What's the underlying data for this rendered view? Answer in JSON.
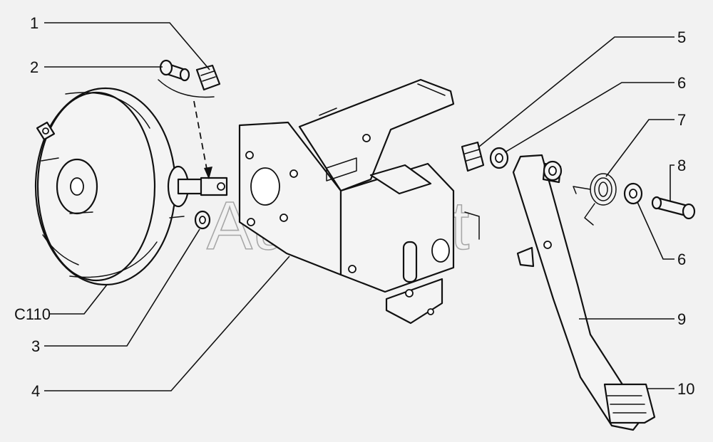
{
  "watermark": "AutoSoft",
  "callouts": [
    {
      "id": "c1",
      "label": "1"
    },
    {
      "id": "c2",
      "label": "2"
    },
    {
      "id": "cC110",
      "label": "C110"
    },
    {
      "id": "c3",
      "label": "3"
    },
    {
      "id": "c4",
      "label": "4"
    },
    {
      "id": "c5",
      "label": "5"
    },
    {
      "id": "c6a",
      "label": "6"
    },
    {
      "id": "c7",
      "label": "7"
    },
    {
      "id": "c8",
      "label": "8"
    },
    {
      "id": "c6b",
      "label": "6"
    },
    {
      "id": "c9",
      "label": "9"
    },
    {
      "id": "c10",
      "label": "10"
    }
  ]
}
